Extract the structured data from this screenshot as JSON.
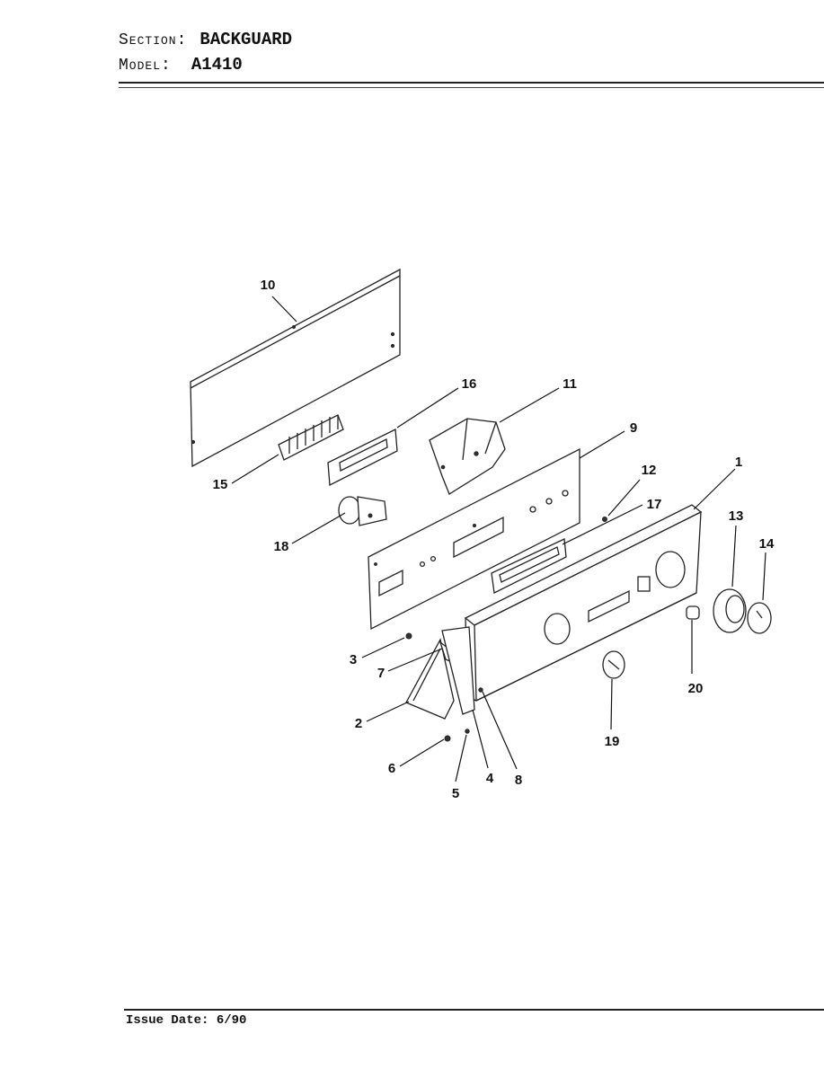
{
  "header": {
    "section_label": "Section:",
    "section_value": "BACKGUARD",
    "model_label": "Model:",
    "model_value": "A1410"
  },
  "callouts": [
    "10",
    "16",
    "11",
    "9",
    "15",
    "18",
    "12",
    "17",
    "1",
    "13",
    "14",
    "3",
    "7",
    "2",
    "6",
    "5",
    "4",
    "8",
    "19",
    "20"
  ],
  "footer": {
    "issue_date": "Issue Date: 6/90"
  }
}
